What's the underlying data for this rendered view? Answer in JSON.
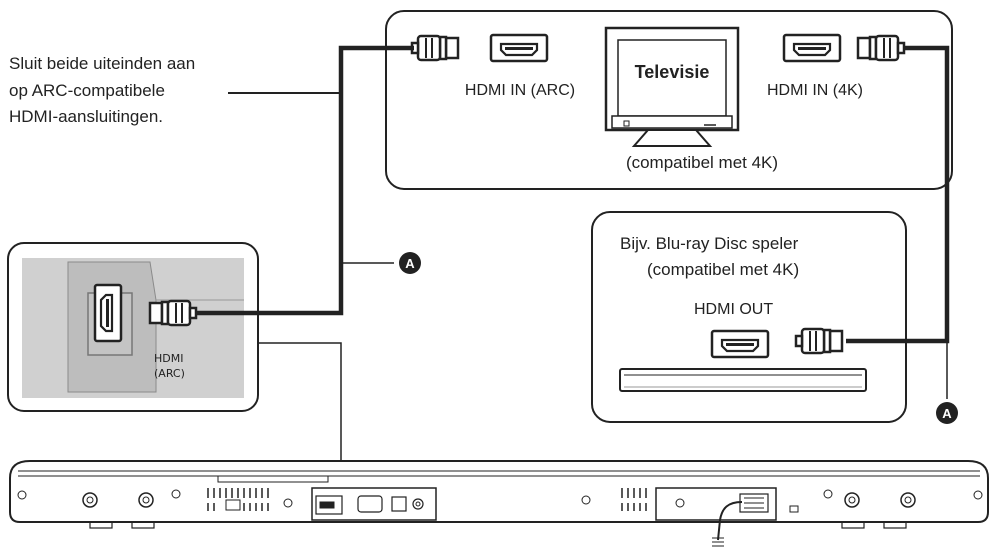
{
  "instruction": {
    "line1": "Sluit beide uiteinden aan",
    "line2": "op ARC-compatibele",
    "line3": "HDMI-aansluitingen."
  },
  "tv": {
    "name": "Televisie",
    "port_left": "HDMI IN (ARC)",
    "port_right": "HDMI IN (4K)",
    "caption": "(compatibel met 4K)"
  },
  "player": {
    "line1": "Bijv. Blu-ray Disc speler",
    "line2": "(compatibel met 4K)",
    "port": "HDMI OUT"
  },
  "soundbar_port": {
    "line1": "HDMI",
    "line2": "(ARC)"
  },
  "cable_marker": "A"
}
